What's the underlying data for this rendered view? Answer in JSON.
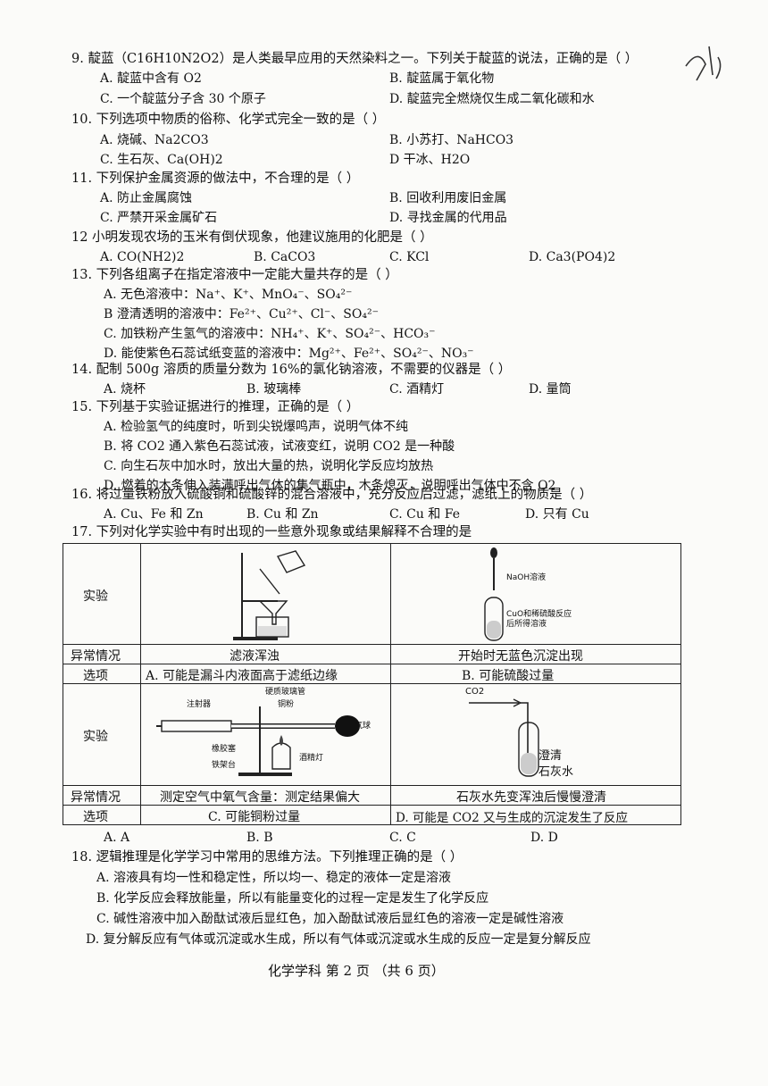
{
  "q9": {
    "stem": "9. 靛蓝（C16H10N2O2）是人类最早应用的天然染料之一。下列关于靛蓝的说法，正确的是（    ）",
    "A": "A. 靛蓝中含有 O2",
    "B": "B. 靛蓝属于氧化物",
    "C": "C. 一个靛蓝分子含 30 个原子",
    "D": "D. 靛蓝完全燃烧仅生成二氧化碳和水"
  },
  "q10": {
    "stem": "10. 下列选项中物质的俗称、化学式完全一致的是（    ）",
    "A": "A. 烧碱、Na2CO3",
    "B": "B. 小苏打、NaHCO3",
    "C": "C. 生石灰、Ca(OH)2",
    "D": "D  干冰、H2O"
  },
  "q11": {
    "stem": "11. 下列保护金属资源的做法中，不合理的是（    ）",
    "A": "A. 防止金属腐蚀",
    "B": "B. 回收利用废旧金属",
    "C": "C. 严禁开采金属矿石",
    "D": "D. 寻找金属的代用品"
  },
  "q12": {
    "stem": "12  小明发现农场的玉米有倒伏现象，他建议施用的化肥是（    ）",
    "A": "A. CO(NH2)2",
    "B": "B. CaCO3",
    "C": "C. KCl",
    "D": "D. Ca3(PO4)2"
  },
  "q13": {
    "stem": "13. 下列各组离子在指定溶液中一定能大量共存的是（    ）",
    "A": "A. 无色溶液中：Na⁺、K⁺、MnO₄⁻、SO₄²⁻",
    "B": "B  澄清透明的溶液中：Fe²⁺、Cu²⁺、Cl⁻、SO₄²⁻",
    "C": "C. 加铁粉产生氢气的溶液中：NH₄⁺、K⁺、SO₄²⁻、HCO₃⁻",
    "D": "D. 能使紫色石蕊试纸变蓝的溶液中：Mg²⁺、Fe²⁺、SO₄²⁻、NO₃⁻"
  },
  "q14": {
    "stem": "14. 配制 500g 溶质的质量分数为 16%的氯化钠溶液，不需要的仪器是（    ）",
    "A": "A. 烧杯",
    "B": "B. 玻璃棒",
    "C": "C. 酒精灯",
    "D": "D. 量筒"
  },
  "q15": {
    "stem": "15. 下列基于实验证据进行的推理，正确的是（    ）",
    "A": "A. 检验氢气的纯度时，听到尖锐爆鸣声，说明气体不纯",
    "B": "B. 将 CO2 通入紫色石蕊试液，试液变红，说明 CO2 是一种酸",
    "C": "C. 向生石灰中加水时，放出大量的热，说明化学反应均放热",
    "D": "D. 燃着的木条伸入装满呼出气体的集气瓶中，木条熄灭，说明呼出气体中不含 O2"
  },
  "q16": {
    "stem": "16. 将过量铁粉放入硫酸铜和硫酸锌的混合溶液中，充分反应后过滤，滤纸上的物质是（    ）",
    "A": "A. Cu、Fe 和 Zn",
    "B": "B. Cu 和 Zn",
    "C": "C. Cu 和 Fe",
    "D": "D. 只有 Cu"
  },
  "q17": {
    "stem": "17. 下列对化学实验中有时出现的一些意外现象或结果解释不合理的是",
    "table": {
      "row_experiment": "实验",
      "row_abnormal": "异常情况",
      "row_option": "选项",
      "abnormal_1": "滤液浑浊",
      "abnormal_2": "开始时无蓝色沉淀出现",
      "option_A": "A. 可能是漏斗内液面高于滤纸边缘",
      "option_B": "B. 可能硫酸过量",
      "abnormal_3": "测定空气中氧气含量：测定结果偏大",
      "abnormal_4": "石灰水先变浑浊后慢慢澄清",
      "option_C": "C. 可能铜粉过量",
      "option_D": "D. 可能是 CO2 又与生成的沉淀发生了反应",
      "img2_label_naoh": "NaOH溶液",
      "img2_label_mix": "CuO和稀硫酸反应后所得溶液",
      "img3_syringe": "注射器",
      "img3_tube": "硬质玻璃管",
      "img3_cu": "铜粉",
      "img3_balloon": "气球",
      "img3_rubber": "橡胶塞",
      "img3_stand": "铁架台",
      "img3_lamp": "酒精灯",
      "img4_co2": "CO2",
      "img4_lime1": "澄清",
      "img4_lime2": "石灰水"
    },
    "A": "A. A",
    "B": "B. B",
    "C": "C. C",
    "D": "D. D"
  },
  "q18": {
    "stem": "18. 逻辑推理是化学学习中常用的思维方法。下列推理正确的是（    ）",
    "A": "A. 溶液具有均一性和稳定性，所以均一、稳定的液体一定是溶液",
    "B": "B. 化学反应会释放能量，所以有能量变化的过程一定是发生了化学反应",
    "C": "C. 碱性溶液中加入酚酞试液后显红色，加入酚酞试液后显红色的溶液一定是碱性溶液",
    "D": "D. 复分解反应有气体或沉淀或水生成，所以有气体或沉淀或水生成的反应一定是复分解反应"
  },
  "footer": "化学学科  第 2 页  （共 6 页）",
  "colors": {
    "ink": "#111111",
    "paper": "#fbfbf9"
  }
}
